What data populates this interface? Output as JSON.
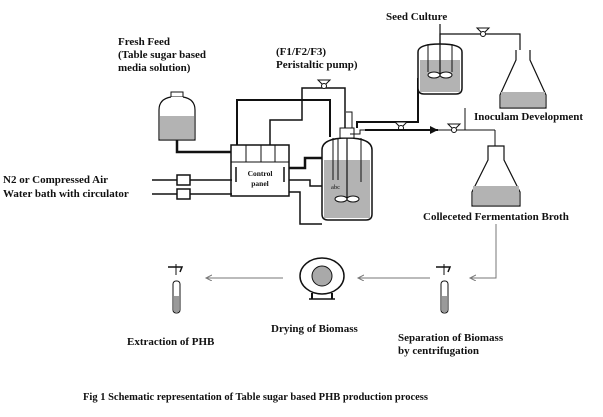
{
  "labels": {
    "fresh_feed": [
      "Fresh Feed",
      "(Table sugar based",
      "media solution)"
    ],
    "pump": [
      "(F1/F2/F3)",
      "Peristaltic pump)"
    ],
    "seed_culture": "Seed Culture",
    "inoculum": "Inoculam Development",
    "air": "N2 or Compressed Air",
    "water": "Water bath with circulator",
    "control_panel": [
      "Control",
      "panel"
    ],
    "probe_labels": "abc",
    "broth": "Colleceted Fermentation Broth",
    "extraction": "Extraction of PHB",
    "drying": "Drying of Biomass",
    "separation": [
      "Separation of Biomass",
      "by centrifugation"
    ],
    "caption": "Fig 1 Schematic representation of Table sugar based PHB production process"
  },
  "colors": {
    "line": "#111111",
    "liquid": "#b3b3b3",
    "arrow_gray": "#777777",
    "background": "#ffffff"
  }
}
